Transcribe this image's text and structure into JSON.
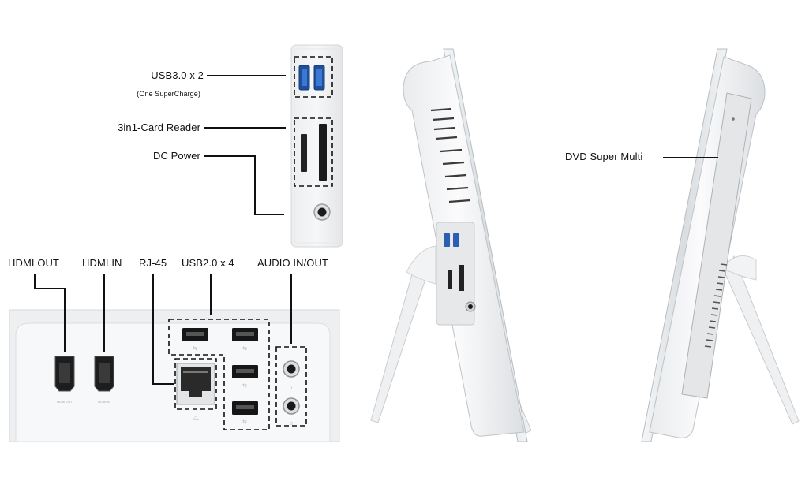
{
  "callouts": {
    "usb30": "USB3.0 x 2",
    "usb30_note": "(One SuperCharge)",
    "card_reader": "3in1-Card Reader",
    "dc_power": "DC Power",
    "hdmi_out": "HDMI OUT",
    "hdmi_in": "HDMI IN",
    "rj45": "RJ-45",
    "usb20": "USB2.0 x 4",
    "audio": "AUDIO IN/OUT",
    "dvd": "DVD Super Multi"
  },
  "port_markings": {
    "hdmi_out_mark": "HDMI OUT",
    "hdmi_in_mark": "HDMI IN"
  }
}
